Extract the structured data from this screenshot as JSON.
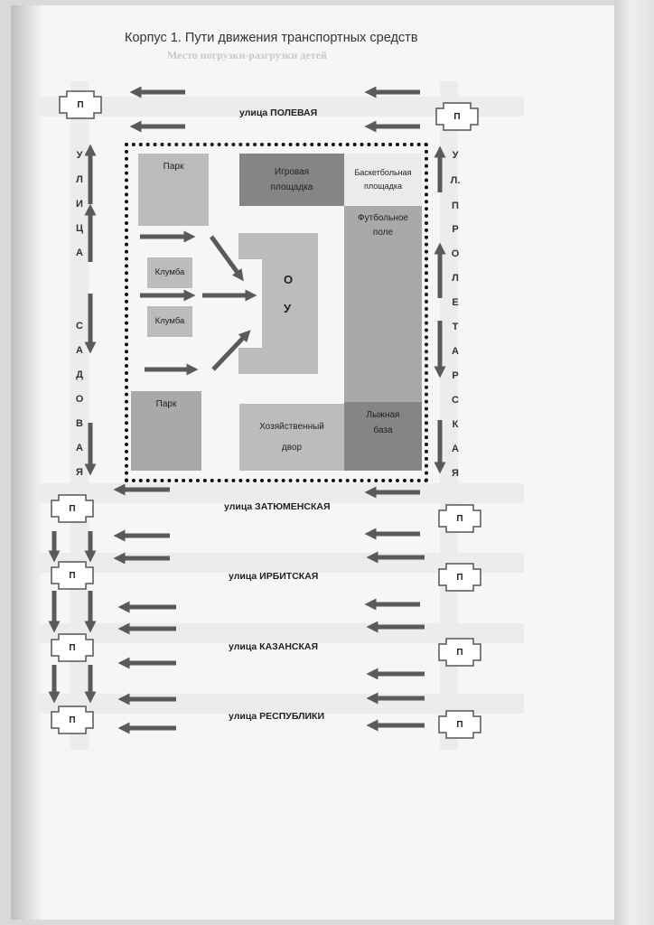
{
  "title": "Корпус 1. Пути движения транспортных средств",
  "ghost_text": "Место погрузки-разгрузки детей",
  "streets": {
    "polevaya": "улица ПОЛЕВАЯ",
    "zatyumenskaya": "улица ЗАТЮМЕНСКАЯ",
    "irbitskaya": "улица ИРБИТСКАЯ",
    "kazanskaya": "улица КАЗАНСКАЯ",
    "respubliki": "улица РЕСПУБЛИКИ"
  },
  "vertical_streets": {
    "sadovaya_top": [
      "У",
      "Л",
      "И",
      "Ц",
      "А"
    ],
    "sadovaya_bottom": [
      "С",
      "А",
      "Д",
      "О",
      "В",
      "А",
      "Я"
    ],
    "proletarskaya": [
      "У",
      "Л.",
      "П",
      "Р",
      "О",
      "Л",
      "Е",
      "Т",
      "А",
      "Р",
      "С",
      "К",
      "А",
      "Я"
    ]
  },
  "blocks": {
    "park_top": "Парк",
    "playground_1": "Игровая",
    "playground_2": "площадка",
    "basketball_1": "Баскетбольная",
    "basketball_2": "площадка",
    "football_1": "Футбольное",
    "football_2": "поле",
    "flowerbed_1": "Клумба",
    "flowerbed_2": "Клумба",
    "ou_1": "О",
    "ou_2": "У",
    "park_bottom": "Парк",
    "utility_1": "Хозяйственный",
    "utility_2": "двор",
    "ski_1": "Лыжная",
    "ski_2": "база"
  },
  "stop_label": "П",
  "colors": {
    "arrow": "#5a5a5a",
    "block_light": "#bcbcbc",
    "block_mid": "#a9a9a9",
    "block_dark": "#858585",
    "road": "#ececec"
  }
}
